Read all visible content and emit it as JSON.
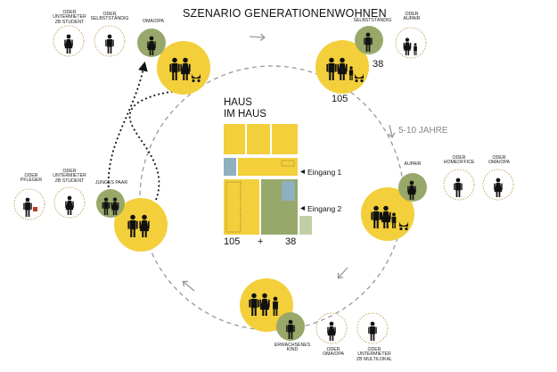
{
  "title": "SZENARIO GENERATIONENWOHNEN",
  "duration_label": "5-10 JAHRE",
  "house_label_line1": "HAUS",
  "house_label_line2": "IM HAUS",
  "entrance_1": "Eingang 1",
  "entrance_2": "Eingang 2",
  "area_main": "105",
  "area_plus": "+",
  "area_secondary": "38",
  "stage_top_right": {
    "main_area": "105",
    "unit_area": "38"
  },
  "small_labels": {
    "oma_opa_top": "OMA/OPA",
    "oder_untermieter_student_top": [
      "oder",
      "UNTERMIETER",
      "zb STUDENT"
    ],
    "oder_selbststaendig_top": [
      "oder",
      "SELBSTSTÄNDIG"
    ],
    "selbststaendig_right": "SELBSTSTÄNDIG",
    "oder_aupair_right": [
      "oder",
      "AUPAIR"
    ],
    "aupair": "AUPAIR",
    "oder_homeoffice": [
      "oder",
      "HOMEOFFICE"
    ],
    "oder_oma_opa_right": [
      "oder",
      "OMA/OPA"
    ],
    "erwachsenes_kind": [
      "ERWACHSENES",
      "KIND"
    ],
    "oder_oma_opa_bottom": [
      "oder",
      "OMA/OPA"
    ],
    "oder_untermieter_multilokal": [
      "oder",
      "UNTERMIETER",
      "zb MULTILOKAL"
    ],
    "junges_paar": "JUNGES PAAR",
    "oder_untermieter_student_left": [
      "oder",
      "UNTERMIETER",
      "zb STUDENT"
    ],
    "oder_pfleger": [
      "oder",
      "PFLEGER"
    ]
  },
  "colors": {
    "stage_yellow": "#f3cf3b",
    "unit_green": "#97a86a",
    "pale_green": "#c2cfa5",
    "blue_grey": "#8fb0c0",
    "dashed_circle": "#999999",
    "option_circle": "#b8a05a"
  }
}
